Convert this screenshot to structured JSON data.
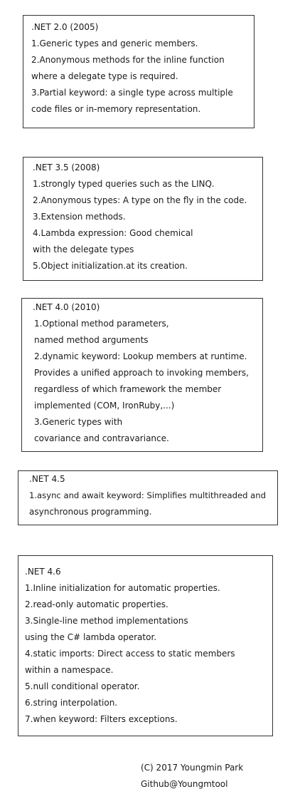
{
  "versions": [
    {
      "id": "net20",
      "lines": [
        ".NET 2.0 (2005)",
        "1.Generic types and generic members.",
        "2.Anonymous methods for the inline function",
        "where a delegate type is required.",
        "3.Partial keyword: a single type across multiple",
        "code files or in-memory representation."
      ]
    },
    {
      "id": "net35",
      "lines": [
        ".NET 3.5 (2008)",
        "1.strongly typed queries such as the LINQ.",
        "2.Anonymous types: A type on the fly in the code.",
        "3.Extension methods.",
        "4.Lambda expression: Good chemical",
        "with the delegate types",
        "5.Object initialization.at its creation."
      ]
    },
    {
      "id": "net40",
      "lines": [
        ".NET 4.0 (2010)",
        "1.Optional method parameters,",
        "named method arguments",
        "2.dynamic keyword: Lookup members at runtime.",
        "Provides a unified approach to invoking members,",
        "regardless of which framework the member",
        "implemented (COM, IronRuby,...)",
        "3.Generic types with",
        "covariance and contravariance."
      ]
    },
    {
      "id": "net45",
      "lines": [
        ".NET 4.5",
        "1.async and await keyword: Simplifies multithreaded and",
        "asynchronous programming."
      ]
    },
    {
      "id": "net46",
      "lines": [
        ".NET 4.6",
        "1.Inline initialization for automatic properties.",
        "2.read-only automatic properties.",
        "3.Single-line method implementations",
        "using the C# lambda operator.",
        "4.static imports: Direct access to static members",
        "within a namespace.",
        "5.null conditional operator.",
        "6.string interpolation.",
        "7.when keyword: Filters exceptions."
      ]
    }
  ],
  "credits": {
    "copyright": "(C) 2017 Youngmin Park",
    "github": "Github@Youngmtool"
  }
}
